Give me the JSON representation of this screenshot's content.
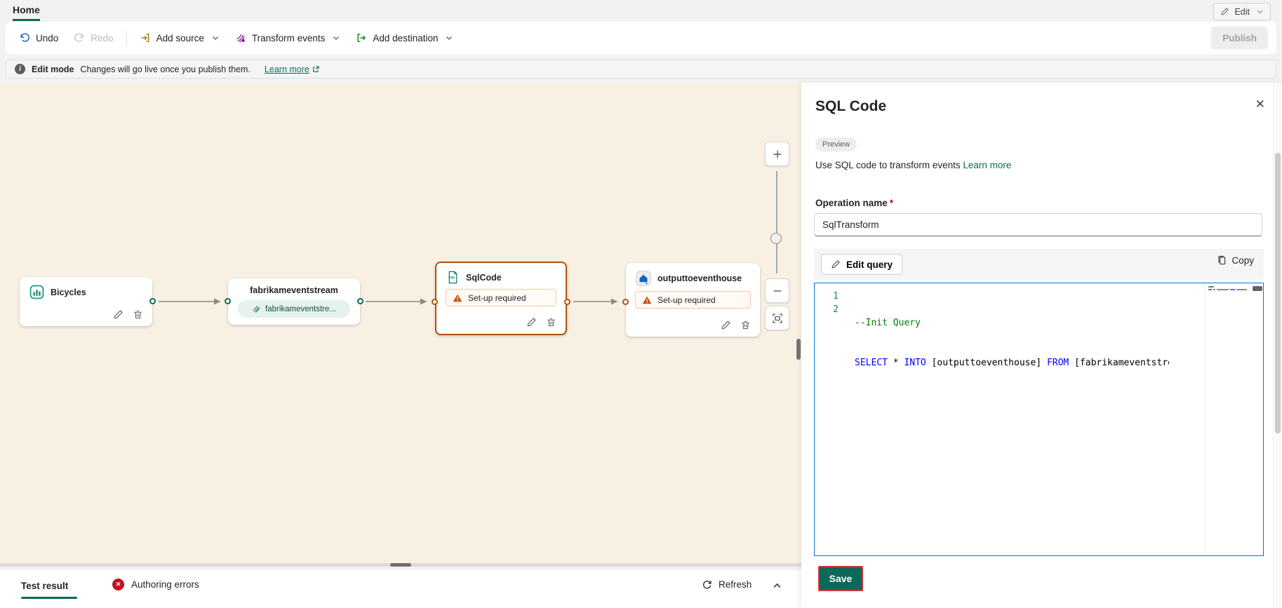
{
  "tabs": {
    "home": "Home"
  },
  "top_bar": {
    "edit_label": "Edit"
  },
  "toolbar": {
    "undo": "Undo",
    "redo": "Redo",
    "add_source": "Add source",
    "transform_events": "Transform events",
    "add_destination": "Add destination",
    "publish": "Publish"
  },
  "banner": {
    "title": "Edit mode",
    "message": "Changes will go live once you publish them.",
    "learn_more": "Learn more"
  },
  "canvas": {
    "nodes": {
      "bicycles": {
        "title": "Bicycles"
      },
      "stream": {
        "title": "fabrikameventstream",
        "pill": "fabrikameventstre..."
      },
      "sqlcode": {
        "title": "SqlCode",
        "status": "Set-up required"
      },
      "eventhouse": {
        "title": "outputtoeventhouse",
        "status": "Set-up required"
      }
    }
  },
  "panel": {
    "title": "SQL Code",
    "badge": "Preview",
    "description": "Use SQL code to transform events",
    "learn_more": "Learn more",
    "close_glyph": "✕",
    "operation_label": "Operation name",
    "required_marker": "*",
    "operation_value": "SqlTransform",
    "edit_query": "Edit query",
    "copy": "Copy",
    "save": "Save",
    "code": {
      "line_numbers": [
        "1",
        "2"
      ],
      "comment": "--Init Query",
      "tokens": [
        {
          "t": "SELECT"
        },
        {
          "t": " * "
        },
        {
          "t": "INTO"
        },
        {
          "t": " [outputtoeventhouse] "
        },
        {
          "t": "FROM"
        },
        {
          "t": " [fabrikameventstre"
        }
      ]
    }
  },
  "bottom_bar": {
    "test_result": "Test result",
    "authoring_errors": "Authoring errors",
    "refresh": "Refresh",
    "error_glyph": "✕"
  },
  "colors": {
    "accent_teal": "#0c695a",
    "selected_node_orange": "#b5520a",
    "editor_focus_blue": "#0078d4",
    "error_red": "#c50f1f",
    "save_focus_red": "#d13438",
    "canvas_background": "#f8f1e3",
    "keyword_blue": "#0000ff",
    "comment_green": "#008000"
  }
}
